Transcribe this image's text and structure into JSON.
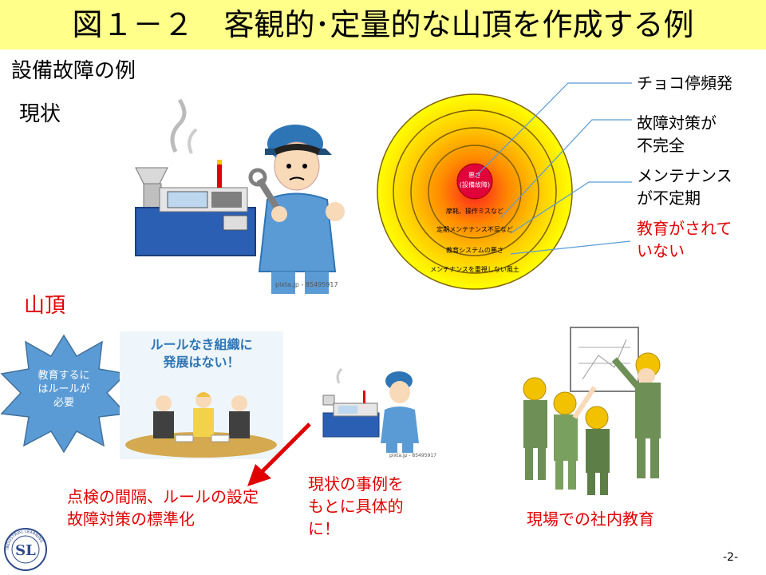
{
  "slide": {
    "title": "図１－２　客観的･定量的な山頂を作成する例",
    "subtitle": "設備故障の例",
    "current_heading": "現状",
    "summit_heading": "山頂",
    "page_number": "-2-"
  },
  "current_image": {
    "watermark": "pixta.jp - 85495917"
  },
  "circle_diagram": {
    "core": [
      "悪さ",
      "(設備故障)"
    ],
    "ring_labels": [
      "摩耗、操作ミスなど",
      "定期メンテナンス不足など",
      "教育システムの悪さ",
      "メンテナンスを重視しない風土"
    ]
  },
  "callouts": [
    {
      "lines": [
        "チョコ停頻発"
      ],
      "color": "#000000"
    },
    {
      "lines": [
        "故障対策が",
        "不完全"
      ],
      "color": "#000000"
    },
    {
      "lines": [
        "メンテナンス",
        "が不定期"
      ],
      "color": "#000000"
    },
    {
      "lines": [
        "教育がされて",
        "いない"
      ],
      "color": "#e00000"
    }
  ],
  "starburst": {
    "lines": [
      "教育するに",
      "はルールが",
      "必要"
    ]
  },
  "meeting_image": {
    "headline": [
      "ルールなき組織に",
      "発展はない！"
    ]
  },
  "small_image": {
    "watermark": "pixta.jp - 85495917"
  },
  "captions": {
    "rules": [
      "点検の間隔、ルールの設定",
      "故障対策の標準化"
    ],
    "case": [
      "現状の事例を",
      "もとに具体的",
      "に！"
    ],
    "training": [
      "現場での社内教育"
    ]
  },
  "logo": {
    "initials": "SL",
    "ring_text": "INDUSTRIAL LEARNING"
  },
  "colors": {
    "title_bg": "#ffff8a",
    "accent_red": "#e00000",
    "starburst": "#5b9bd5",
    "machine_blue": "#2b5fb4"
  }
}
